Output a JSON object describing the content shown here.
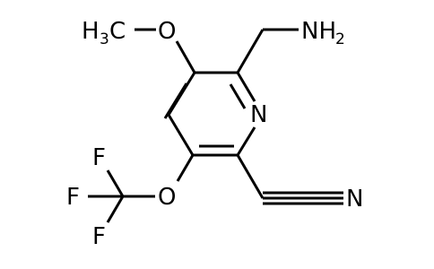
{
  "molecule": {
    "labels": {
      "h3c_h": "H",
      "h3c_sub": "3",
      "h3c_c": "C",
      "o_methoxy": "O",
      "n_amine": "NH",
      "n_amine_sub": "2",
      "n_ring": "N",
      "o_ocf3": "O",
      "f_top": "F",
      "f_left": "F",
      "f_bottom": "F",
      "n_nitrile": "N"
    },
    "colors": {
      "bond": "#000000",
      "text": "#000000",
      "background": "#ffffff"
    }
  }
}
